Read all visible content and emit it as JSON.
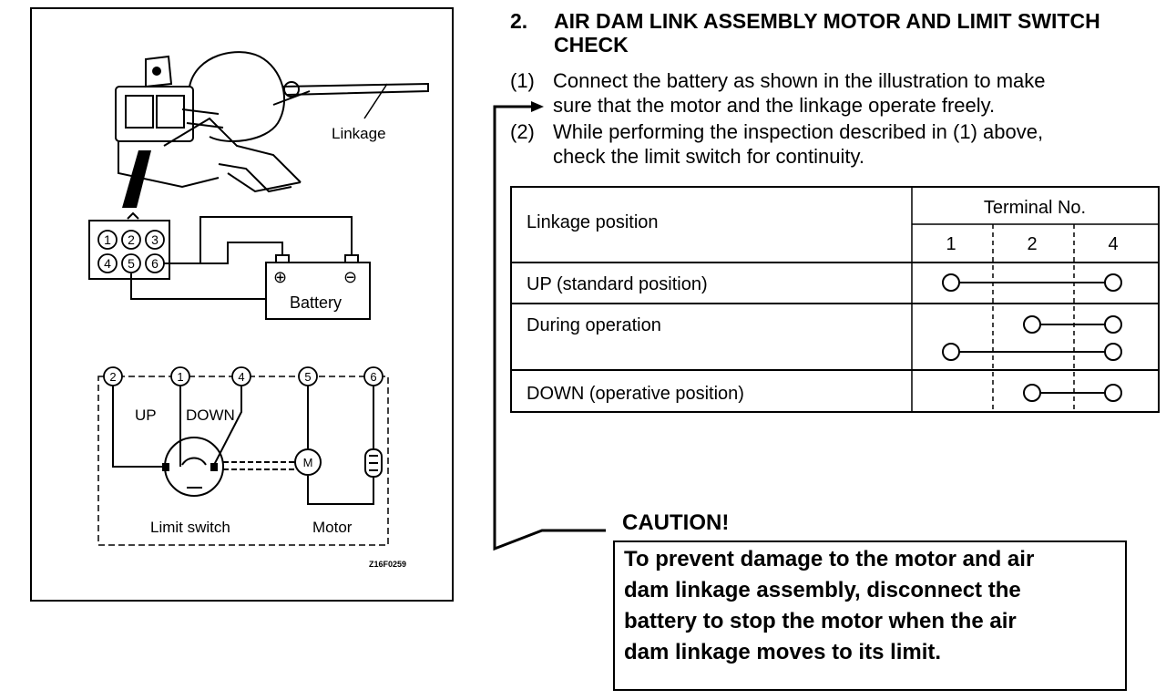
{
  "figure": {
    "linkage_label": "Linkage",
    "connector_pins": [
      "1",
      "2",
      "3",
      "4",
      "5",
      "6"
    ],
    "battery_label": "Battery",
    "battery_plus": "⊕",
    "battery_minus": "⊖",
    "schematic_nodes": [
      "2",
      "1",
      "4",
      "5",
      "6"
    ],
    "up_label": "UP",
    "down_label": "DOWN",
    "motor_symbol": "M",
    "limit_switch_label": "Limit switch",
    "motor_label": "Motor",
    "figure_code": "Z16F0259"
  },
  "section": {
    "number": "2.",
    "title": "AIR DAM LINK ASSEMBLY MOTOR AND LIMIT SWITCH CHECK",
    "steps": [
      {
        "num": "(1)",
        "lines": [
          "Connect the battery as shown in the illustration to make",
          "sure that the motor and the linkage operate freely."
        ]
      },
      {
        "num": "(2)",
        "lines": [
          "While performing the inspection described in (1) above,",
          "check the limit switch for continuity."
        ]
      }
    ]
  },
  "table": {
    "row_header": "Linkage position",
    "group_header": "Terminal No.",
    "terminals": [
      "1",
      "2",
      "4"
    ],
    "rows": [
      {
        "position": "UP (standard position)",
        "connections": [
          [
            1,
            4
          ]
        ]
      },
      {
        "position": "During operation",
        "connections": [
          [
            2,
            4
          ],
          [
            1,
            4
          ]
        ]
      },
      {
        "position": "DOWN (operative position)",
        "connections": [
          [
            2,
            4
          ]
        ]
      }
    ]
  },
  "caution": {
    "title": "CAUTION!",
    "lines": [
      "To prevent damage to the motor and air",
      "dam linkage assembly, disconnect the",
      "battery to stop the motor when the air",
      "dam linkage moves to its limit."
    ]
  }
}
